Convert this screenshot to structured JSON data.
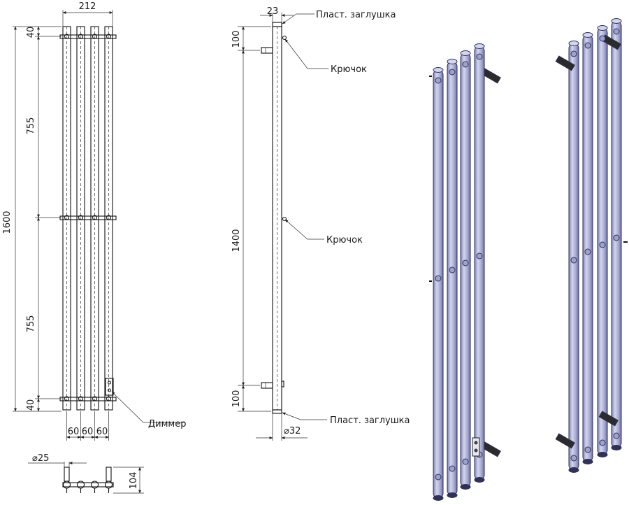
{
  "front_view": {
    "width": "212",
    "height_total": "1600",
    "top_offset": "40",
    "span_upper": "755",
    "span_lower": "755",
    "bottom_offset": "40",
    "pitch_1": "60",
    "pitch_2": "60",
    "pitch_3": "60",
    "dimmer_label": "Диммер"
  },
  "side_view": {
    "depth": "23",
    "top_offset": "100",
    "mount_span": "1400",
    "bottom_offset": "100",
    "pipe_diameter": "32",
    "callout_plug_top": "Пласт. заглушка",
    "callout_hook_top": "Крючок",
    "callout_hook_mid": "Крючок",
    "callout_plug_bottom": "Пласт. заглушка"
  },
  "bottom_view": {
    "tube_diameter": "25",
    "height": "104"
  },
  "colors": {
    "line": "#111111",
    "tube_fill": "#b9bcdc",
    "tube_edge": "#2f3158",
    "tube_shadow": "#7d81b3",
    "bracket": "#2b2b2b"
  }
}
